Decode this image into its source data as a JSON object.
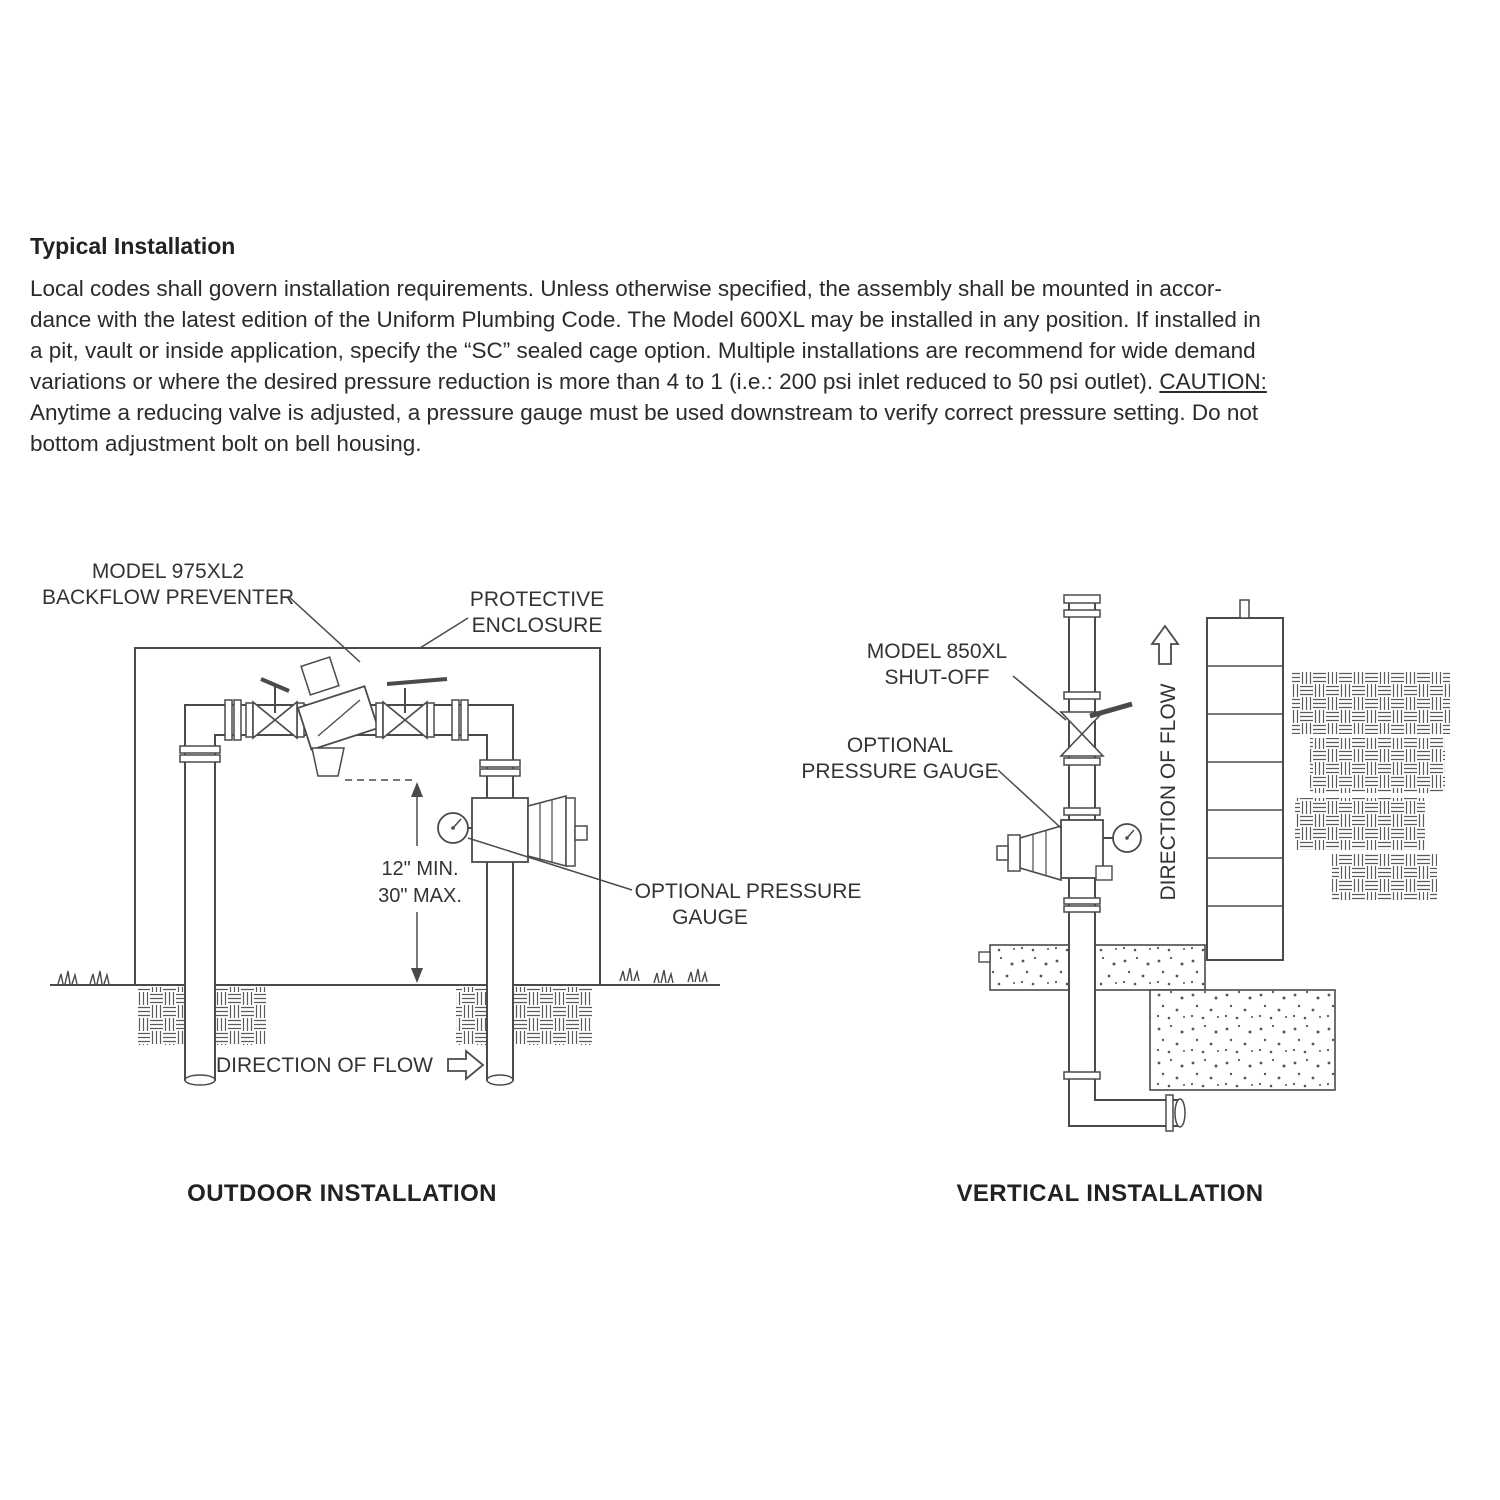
{
  "doc": {
    "heading": "Typical Installation",
    "body": {
      "line1": "Local codes shall govern installation requirements. Unless otherwise specified, the assembly shall be mounted in accor-",
      "line2": "dance with the latest edition of the Uniform Plumbing Code. The Model 600XL may be installed in any position. If installed in",
      "line3": "a pit, vault or inside application, specify the “SC” sealed cage option. Multiple installations are recommend for wide demand",
      "line4a": "variations or where the desired pressure reduction is more than 4 to 1 (i.e.: 200 psi inlet reduced to 50 psi outlet). ",
      "line4b": "CAUTION:",
      "line5": "Anytime a reducing valve is adjusted, a pressure gauge must be used downstream to verify correct pressure setting. Do not",
      "line6": "bottom adjustment bolt on bell housing."
    }
  },
  "outdoor": {
    "caption": "OUTDOOR INSTALLATION",
    "labels": {
      "model_line1": "MODEL 975XL2",
      "model_line2": "BACKFLOW PREVENTER",
      "enclosure_line1": "PROTECTIVE",
      "enclosure_line2": "ENCLOSURE",
      "dim_line1": "12\" MIN.",
      "dim_line2": "30\" MAX.",
      "gauge_line1": "OPTIONAL PRESSURE",
      "gauge_line2": "GAUGE",
      "flow": "DIRECTION OF FLOW"
    }
  },
  "vertical": {
    "caption": "VERTICAL INSTALLATION",
    "labels": {
      "shutoff_line1": "MODEL 850XL",
      "shutoff_line2": "SHUT-OFF",
      "gauge_line1": "OPTIONAL",
      "gauge_line2": "PRESSURE GAUGE",
      "flow": "DIRECTION OF FLOW"
    }
  },
  "colors": {
    "line": "#4a4a4a",
    "text": "#2e2e2e"
  }
}
